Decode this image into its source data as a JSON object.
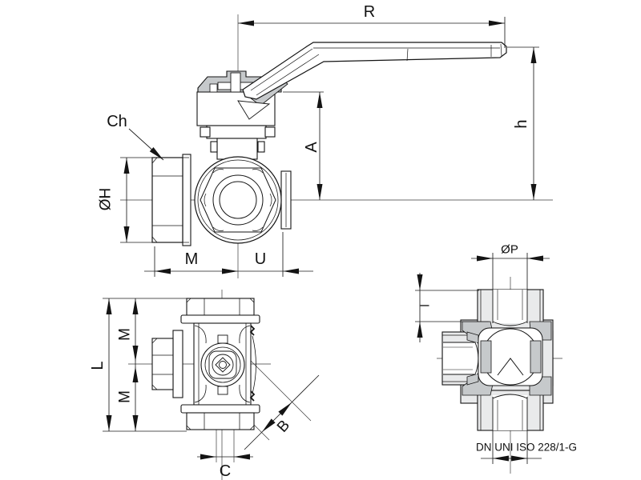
{
  "colors": {
    "background": "#ffffff",
    "line": "#141414",
    "centerline": "#3c3c3c",
    "dimension": "#1c1c1c",
    "metal_light": "#e9eaeb",
    "metal_mid": "#c6c9cb"
  },
  "front_view": {
    "dim_handle_length": "R",
    "dim_total_height": "h",
    "dim_center_to_top": "A",
    "dim_wrench_flats": "Ch",
    "dim_body_diameter": "ØH",
    "dim_port_left": "M",
    "dim_port_right": "U"
  },
  "top_view": {
    "dim_overall_length": "L",
    "dim_upper_port": "M",
    "dim_lower_port": "M",
    "dim_diagonal_bore": "B",
    "dim_bore": "C"
  },
  "section_view": {
    "dim_port_diameter": "ØP",
    "dim_thread_depth": "l",
    "thread_note": "DN UNI ISO 228/1-G"
  }
}
